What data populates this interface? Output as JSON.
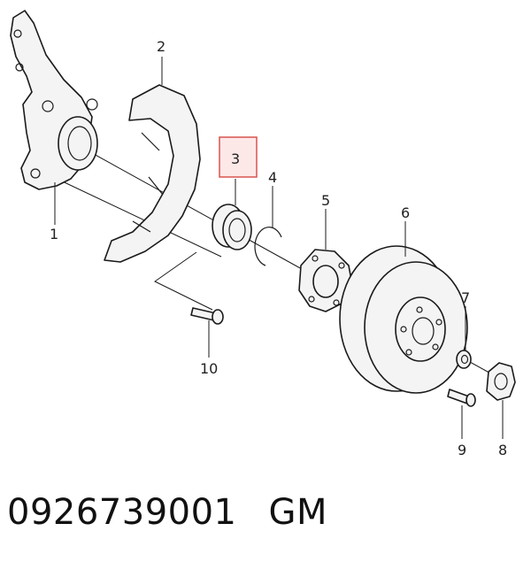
{
  "diagram": {
    "callouts": [
      "1",
      "2",
      "3",
      "4",
      "5",
      "6",
      "7",
      "8",
      "9",
      "10"
    ],
    "highlighted_callout": "3",
    "highlight_color": "#d9534f",
    "highlight_fill": "#fde8e8"
  },
  "caption": {
    "part_number": "0926739001",
    "brand": "GM"
  }
}
